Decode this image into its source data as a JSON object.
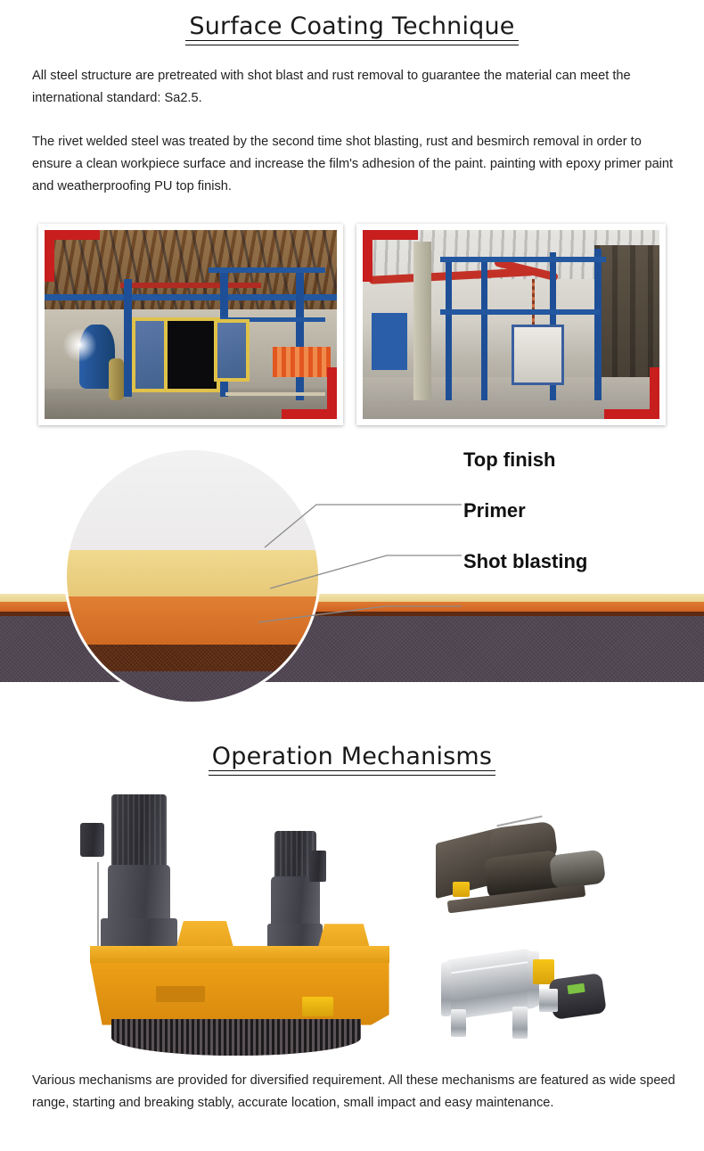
{
  "sections": {
    "surface": {
      "title": "Surface Coating Technique",
      "paragraph_1": "All steel structure are pretreated with shot blast and rust removal to guarantee the material can meet the international standard: Sa2.5.",
      "paragraph_2": "The rivet welded steel was treated by the second time shot blasting, rust and besmirch removal in order to ensure a clean workpiece surface and increase the film's adhesion of the paint. painting with epoxy primer paint and weatherproofing PU top finish."
    },
    "operations": {
      "title": "Operation Mechanisms",
      "paragraph": "Various mechanisms are provided for diversified requirement. All these mechanisms are featured as wide speed range, starting and breaking stably, accurate location, small impact and easy maintenance."
    }
  },
  "photos": {
    "left": {
      "alt": "shot blasting chamber in factory hall"
    },
    "right": {
      "alt": "overhead conveyor paint line in factory hall"
    }
  },
  "coating_diagram": {
    "labels": {
      "top_finish": "Top finish",
      "primer": "Primer",
      "shot_blasting": "Shot blasting"
    },
    "layers": [
      {
        "name": "Top finish",
        "color": "#e7c878"
      },
      {
        "name": "Primer",
        "color": "#d06a23"
      },
      {
        "name": "Shot blasting",
        "color": "#5c2b12"
      },
      {
        "name": "Steel base",
        "color": "#514653"
      }
    ],
    "magnifier_ring_color": "#ffffff"
  },
  "machinery": {
    "main": {
      "alt": "yellow slewing drive with twin vertical motors"
    },
    "upper": {
      "alt": "steel winch and electric motor assembly"
    },
    "lower": {
      "alt": "chrome drum winch with yellow gearbox"
    }
  },
  "colors": {
    "accent_red": "#c81e1e",
    "steel_blue": "#1e4f96",
    "machine_yellow": "#f0a318",
    "text": "#222222"
  }
}
